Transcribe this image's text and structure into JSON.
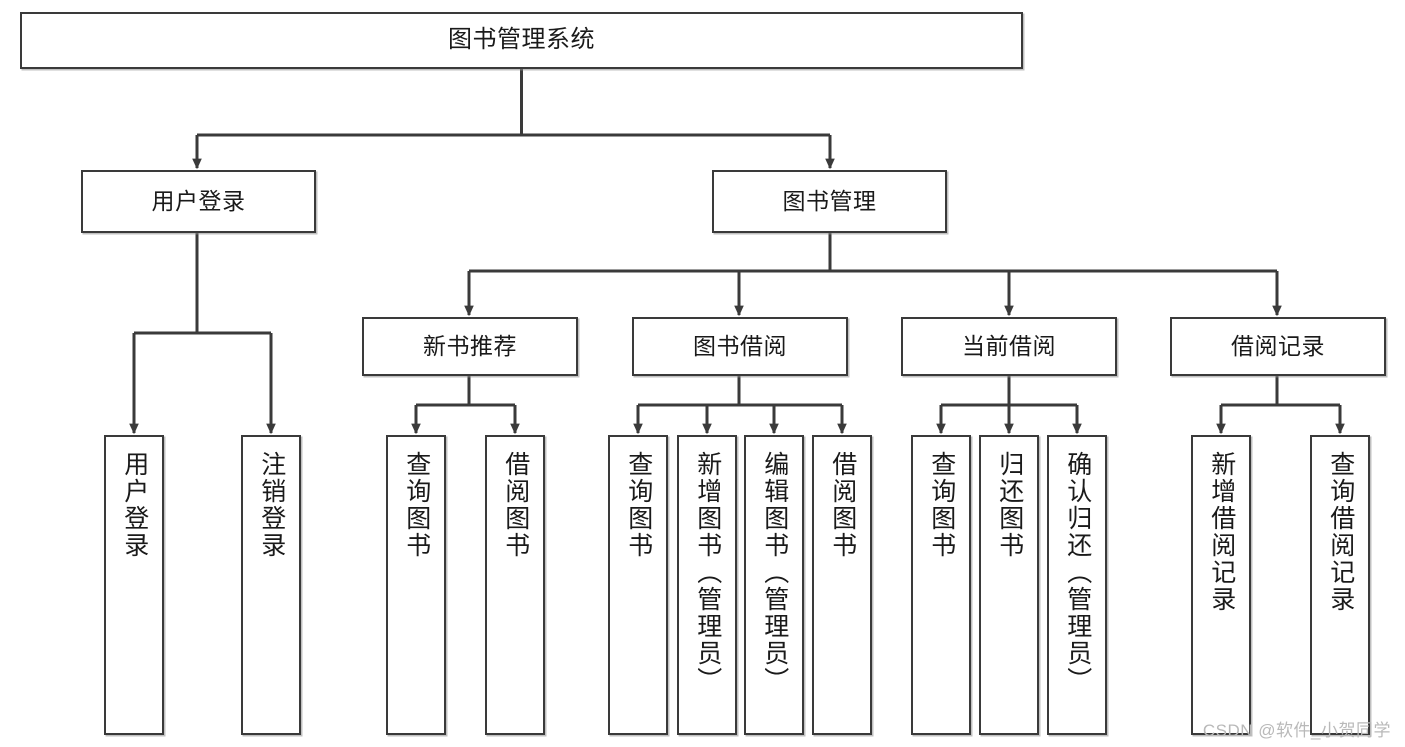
{
  "diagram": {
    "type": "tree-hierarchy-diagram",
    "title": "图书管理系统",
    "colors": {
      "box_border": "#3a3a3a",
      "box_fill": "#ffffff",
      "edge": "#3a3a3a",
      "text": "#1a1a1a",
      "watermark": "#b9b9b9"
    },
    "nodes": {
      "root": {
        "label": "图书管理系统"
      },
      "level2": [
        {
          "label": "用户登录"
        },
        {
          "label": "图书管理"
        }
      ],
      "level3": [
        {
          "label": "新书推荐"
        },
        {
          "label": "图书借阅"
        },
        {
          "label": "当前借阅"
        },
        {
          "label": "借阅记录"
        }
      ],
      "leaves_user_login": [
        {
          "label": "用户登录"
        },
        {
          "label": "注销登录"
        }
      ],
      "leaves_new_book": [
        {
          "label": "查询图书"
        },
        {
          "label": "借阅图书"
        }
      ],
      "leaves_borrow": [
        {
          "label": "查询图书"
        },
        {
          "label": "新增图书（管理员）"
        },
        {
          "label": "编辑图书（管理员）"
        },
        {
          "label": "借阅图书"
        }
      ],
      "leaves_current": [
        {
          "label": "查询图书"
        },
        {
          "label": "归还图书"
        },
        {
          "label": "确认归还（管理员）"
        }
      ],
      "leaves_records": [
        {
          "label": "新增借阅记录"
        },
        {
          "label": "查询借阅记录"
        }
      ]
    },
    "watermark": "CSDN @软件_小贺同学"
  }
}
